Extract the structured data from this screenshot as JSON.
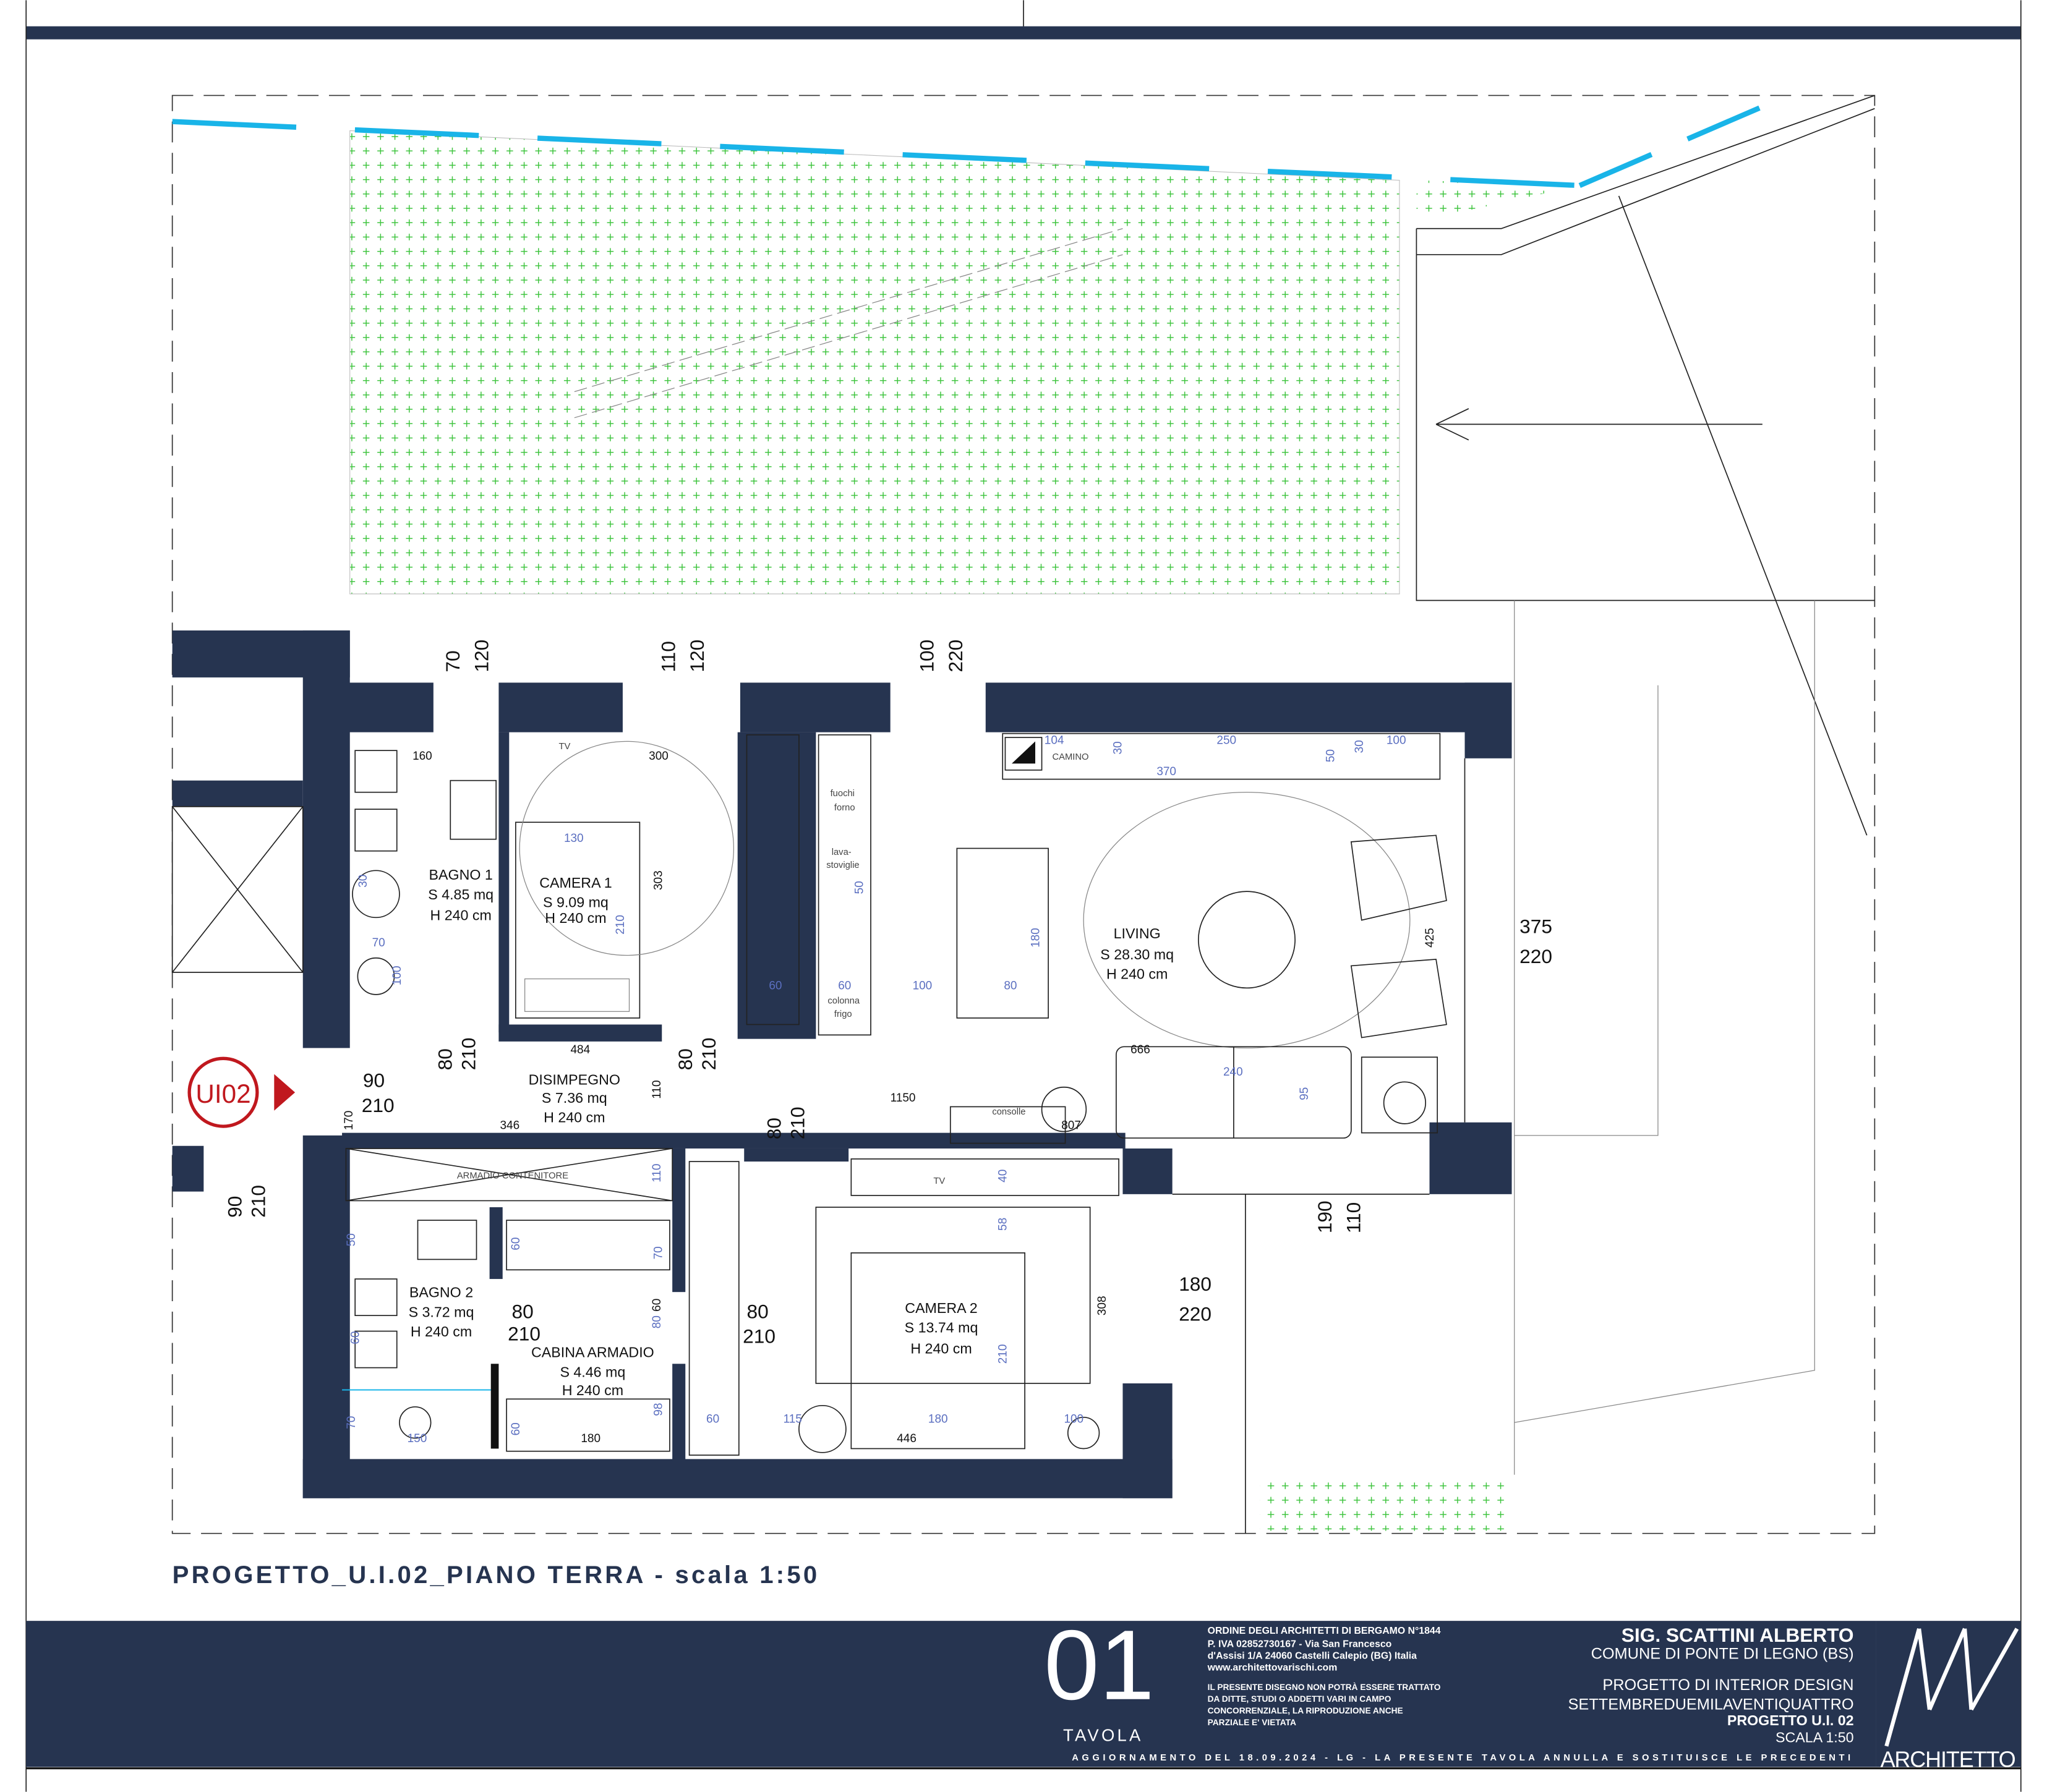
{
  "colors": {
    "navy": "#263450",
    "garden": "#3fc43f",
    "window_line": "#19b4e8",
    "marker": "#c0181e",
    "dimension": "#5b6fc0"
  },
  "title": "PROGETTO_U.I.02_PIANO TERRA - scala 1:50",
  "unit_marker": "UI02",
  "rooms": [
    {
      "name": "BAGNO 1",
      "area": "S 4.85 mq",
      "height": "H 240 cm"
    },
    {
      "name": "CAMERA 1",
      "area": "S 9.09 mq",
      "height": "H 240 cm"
    },
    {
      "name": "LIVING",
      "area": "S 28.30 mq",
      "height": "H 240 cm"
    },
    {
      "name": "DISIMPEGNO",
      "area": "S 7.36 mq",
      "height": "H 240 cm"
    },
    {
      "name": "BAGNO 2",
      "area": "S 3.72 mq",
      "height": "H 240 cm"
    },
    {
      "name": "CABINA ARMADIO",
      "area": "S 4.46 mq",
      "height": "H 240 cm"
    },
    {
      "name": "CAMERA 2",
      "area": "S 13.74 mq",
      "height": "H 240 cm"
    }
  ],
  "openings": [
    {
      "w": "70",
      "h": "120"
    },
    {
      "w": "110",
      "h": "120"
    },
    {
      "w": "100",
      "h": "220"
    },
    {
      "w": "375",
      "h": "220"
    },
    {
      "w": "190",
      "h": "110"
    },
    {
      "w": "180",
      "h": "220"
    },
    {
      "w": "80",
      "h": "210"
    },
    {
      "w": "80",
      "h": "210"
    },
    {
      "w": "90",
      "h": "210"
    },
    {
      "w": "80",
      "h": "210"
    },
    {
      "w": "80",
      "h": "210"
    },
    {
      "w": "80",
      "h": "210"
    },
    {
      "w": "90",
      "h": "210"
    }
  ],
  "furniture": {
    "camino": "CAMINO",
    "tv1": "TV",
    "tv2": "TV",
    "lava": "lava-\nstoviglie",
    "lava1": "lava-",
    "lava2": "stoviglie",
    "colonna1": "colonna",
    "colonna2": "frigo",
    "forno1": "fuochi",
    "forno2": "forno",
    "consolle": "consolle",
    "armadio": "ARMADIO CONTENITORE"
  },
  "dims_blue": [
    "104",
    "250",
    "30",
    "50",
    "30",
    "100",
    "370",
    "130",
    "210",
    "180",
    "80",
    "100",
    "60",
    "60",
    "240",
    "95",
    "70",
    "100",
    "30",
    "50",
    "60",
    "70",
    "60",
    "80",
    "60",
    "98",
    "150",
    "110",
    "100",
    "40",
    "58",
    "210",
    "115",
    "180",
    "70",
    "60",
    "50"
  ],
  "dims_black": [
    "160",
    "300",
    "303",
    "484",
    "346",
    "1150",
    "666",
    "807",
    "425",
    "170",
    "110",
    "308",
    "446",
    "180",
    "60"
  ],
  "sheet": {
    "number": "01",
    "label": "TAVOLA"
  },
  "studio": {
    "line1": "ORDINE DEGLI ARCHITETTI DI BERGAMO N°1844",
    "line2": "P. IVA 02852730167 - Via San Francesco",
    "line3": "d'Assisi 1/A 24060 Castelli Calepio (BG) Italia",
    "line4": "www.architettovarischi.com",
    "note1": "IL PRESENTE DISEGNO NON POTRÀ ESSERE TRATTATO",
    "note2": "DA DITTE, STUDI O ADDETTI VARI IN CAMPO",
    "note3": "CONCORRENZIALE, LA RIPRODUZIONE ANCHE",
    "note4": "PARZIALE E' VIETATA"
  },
  "client": {
    "name": "SIG. SCATTINI ALBERTO",
    "comune": "COMUNE DI PONTE DI LEGNO (BS)",
    "project": "PROGETTO DI INTERIOR DESIGN",
    "date": "SETTEMBREDUEMILAVENTIQUATTRO",
    "unit": "PROGETTO U.I. 02",
    "scale": "SCALA 1:50"
  },
  "update": "AGGIORNAMENTO DEL 18.09.2024 - LG - LA PRESENTE TAVOLA ANNULLA E SOSTITUISCE LE PRECEDENTI",
  "logo": {
    "text": "ARCHITETTO",
    "mark": "MV"
  }
}
